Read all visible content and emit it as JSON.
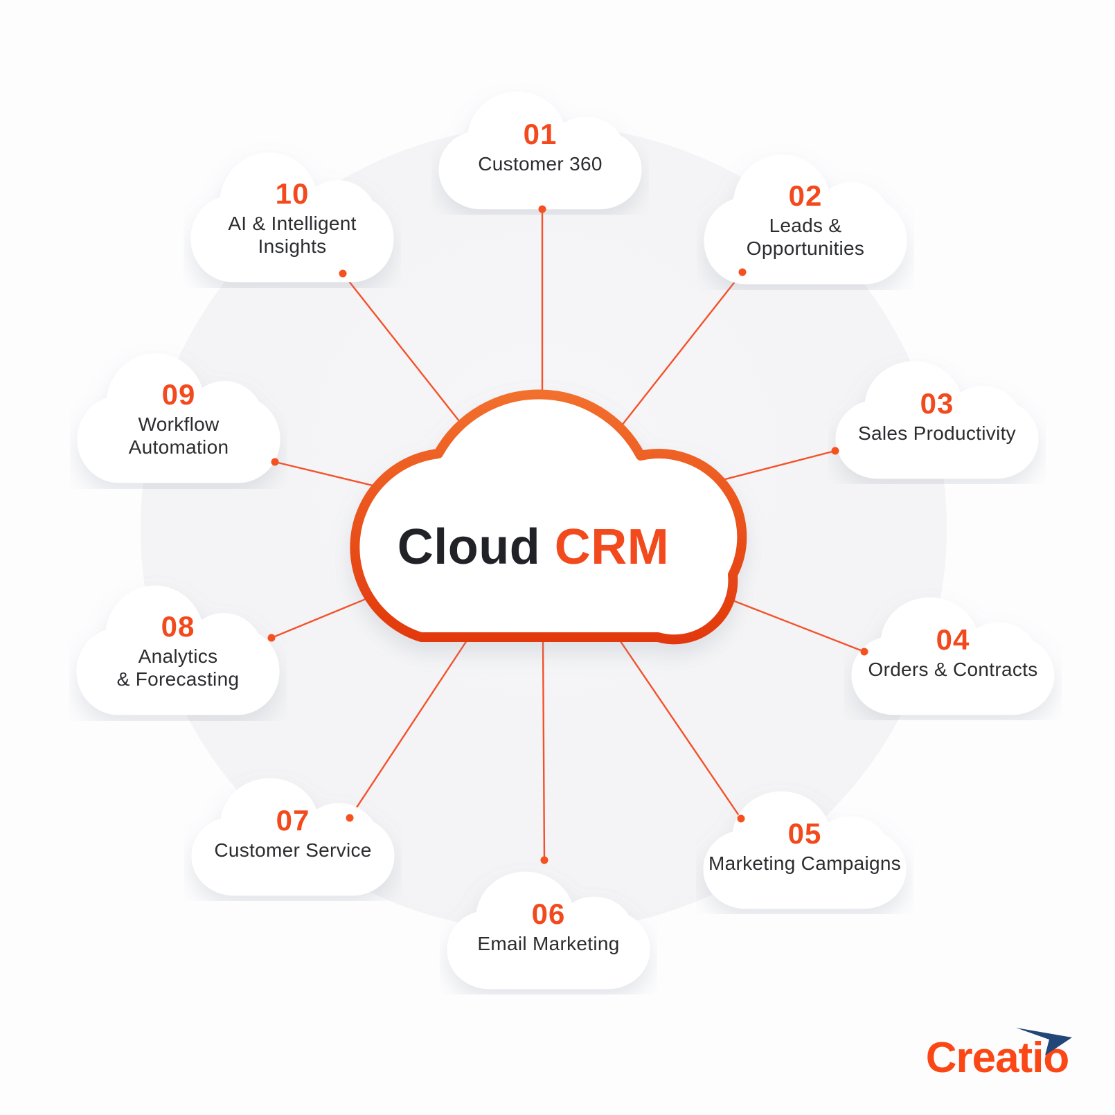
{
  "title": {
    "dark": "Cloud",
    "accent": "CRM"
  },
  "nodes": [
    {
      "number": "01",
      "label_lines": [
        "Customer 360"
      ]
    },
    {
      "number": "02",
      "label_lines": [
        "Leads &",
        "Opportunities"
      ]
    },
    {
      "number": "03",
      "label_lines": [
        "Sales Productivity"
      ]
    },
    {
      "number": "04",
      "label_lines": [
        "Orders & Contracts"
      ]
    },
    {
      "number": "05",
      "label_lines": [
        "Marketing Campaigns"
      ]
    },
    {
      "number": "06",
      "label_lines": [
        "Email Marketing"
      ]
    },
    {
      "number": "07",
      "label_lines": [
        "Customer Service"
      ]
    },
    {
      "number": "08",
      "label_lines": [
        "Analytics",
        "& Forecasting"
      ]
    },
    {
      "number": "09",
      "label_lines": [
        "Workflow",
        "Automation"
      ]
    },
    {
      "number": "10",
      "label_lines": [
        "AI & Intelligent",
        "Insights"
      ]
    }
  ],
  "logo": {
    "brand": "Creatio"
  },
  "colors": {
    "accent": "#F2491D",
    "connector_line": "#F4512A",
    "label_text": "#2B2C2F",
    "title_dark": "#202227",
    "cloud_border_top": "#F3722F",
    "cloud_border_bottom": "#E2370B",
    "node_fill": "#FFFFFF",
    "background_circle": "#F4F4F6",
    "logo_orange": "#FB4715",
    "logo_arrow_navy": "#234678"
  }
}
